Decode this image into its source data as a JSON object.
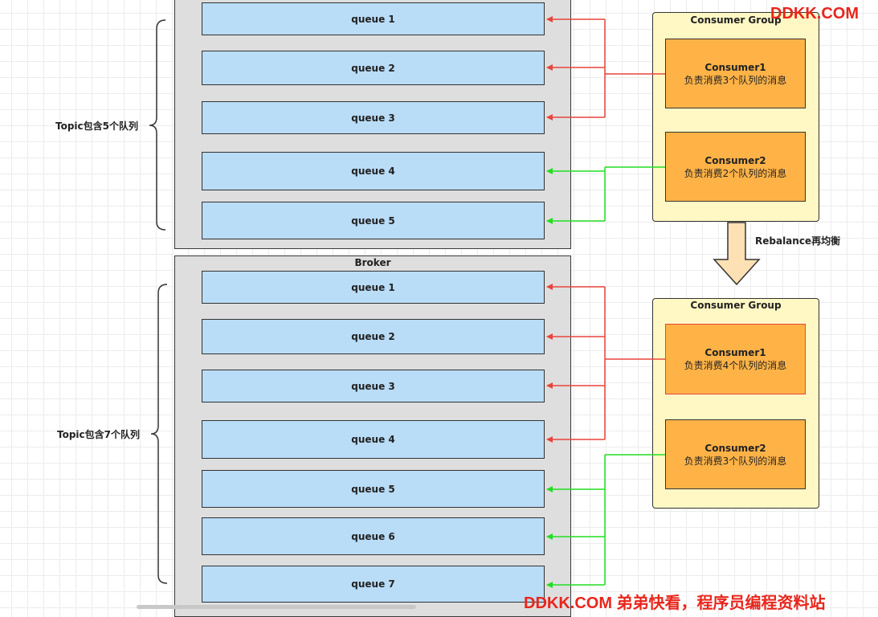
{
  "top": {
    "topic_label": "Topic包含5个队列",
    "queues": [
      "queue 1",
      "queue 2",
      "queue 3",
      "queue 4",
      "queue 5"
    ],
    "consumer_group": {
      "title": "Consumer Group",
      "consumers": [
        {
          "name": "Consumer1",
          "desc": "负责消费3个队列的消息"
        },
        {
          "name": "Consumer2",
          "desc": "负责消费2个队列的消息"
        }
      ]
    }
  },
  "rebalance_label": "Rebalance再均衡",
  "bottom": {
    "broker_title": "Broker",
    "topic_label": "Topic包含7个队列",
    "queues": [
      "queue 1",
      "queue 2",
      "queue 3",
      "queue 4",
      "queue 5",
      "queue 6",
      "queue 7"
    ],
    "consumer_group": {
      "title": "Consumer Group",
      "consumers": [
        {
          "name": "Consumer1",
          "desc": "负责消费4个队列的消息"
        },
        {
          "name": "Consumer2",
          "desc": "负责消费3个队列的消息"
        }
      ]
    }
  },
  "assignment": {
    "before": {
      "Consumer1": [
        "queue 1",
        "queue 2",
        "queue 3"
      ],
      "Consumer2": [
        "queue 4",
        "queue 5"
      ]
    },
    "after": {
      "Consumer1": [
        "queue 1",
        "queue 2",
        "queue 3",
        "queue 4"
      ],
      "Consumer2": [
        "queue 5",
        "queue 6",
        "queue 7"
      ]
    }
  },
  "colors": {
    "queue_fill": "#b9dcf7",
    "consumer_fill": "#ffb347",
    "group_fill": "#fff8c4",
    "broker_fill": "#dedede",
    "consumer1_link": "#e8453c",
    "consumer2_link": "#22dd22",
    "arrow_fill": "#fde0b3"
  },
  "watermark": {
    "top": "DDKK.COM",
    "bottom": "DDKK.COM 弟弟快看，程序员编程资料站"
  }
}
